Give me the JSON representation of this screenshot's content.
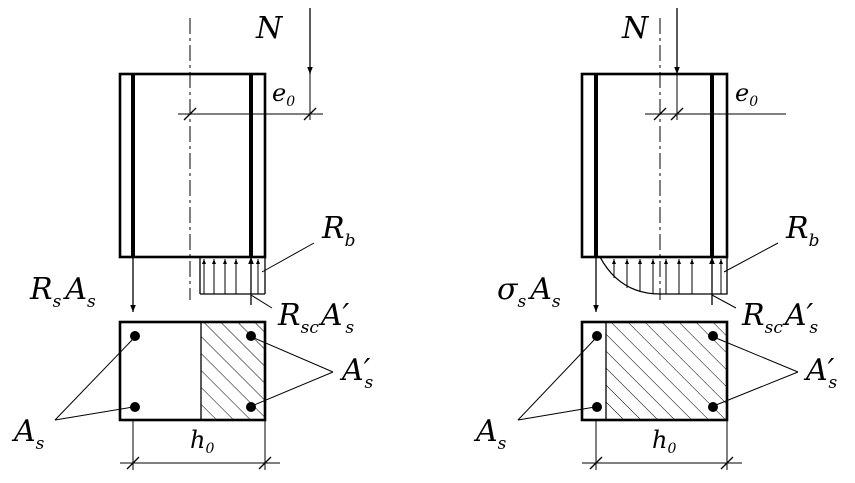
{
  "diagrams": [
    {
      "force_label": "N",
      "ecc": {
        "base": "e",
        "sub": "0"
      },
      "rb": {
        "base": "R",
        "sub": "b"
      },
      "tension": {
        "base1": "R",
        "sub1": "s",
        "base2": "A",
        "sub2": "s"
      },
      "compression": {
        "base1": "R",
        "sub1": "sc",
        "base2": "A′",
        "sub2": "s"
      },
      "as_label": {
        "base": "A",
        "sub": "s"
      },
      "as_prime_label": {
        "base": "A′",
        "sub": "s"
      },
      "h0": {
        "base": "h",
        "sub": "0"
      }
    },
    {
      "force_label": "N",
      "ecc": {
        "base": "e",
        "sub": "0"
      },
      "rb": {
        "base": "R",
        "sub": "b"
      },
      "tension": {
        "base1": "σ",
        "sub1": "s",
        "base2": "A",
        "sub2": "s"
      },
      "compression": {
        "base1": "R",
        "sub1": "sc",
        "base2": "A′",
        "sub2": "s"
      },
      "as_label": {
        "base": "A",
        "sub": "s"
      },
      "as_prime_label": {
        "base": "A′",
        "sub": "s"
      },
      "h0": {
        "base": "h",
        "sub": "0"
      }
    }
  ]
}
